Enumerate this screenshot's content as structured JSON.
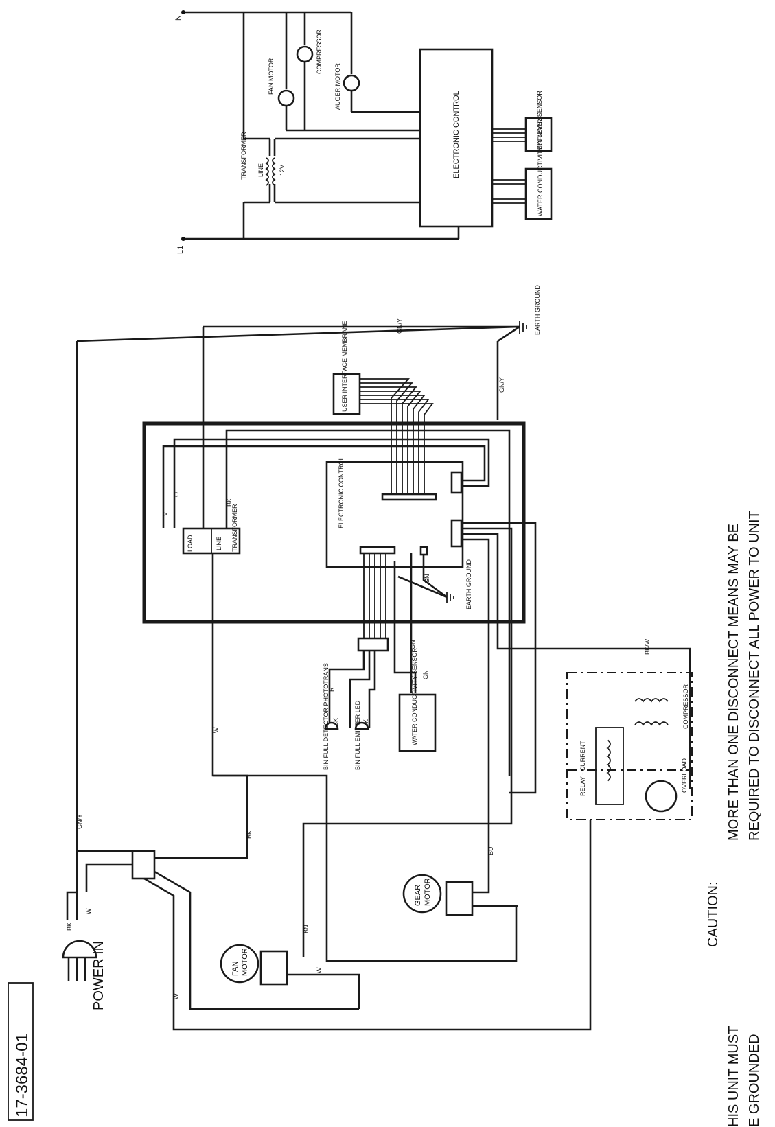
{
  "drawing_number": "17-3684-01",
  "schematic": {
    "line_neutral": "N",
    "line_l1": "L1",
    "fan_motor": "FAN MOTOR",
    "compressor": "COMPRESSOR",
    "auger_motor": "AUGER MOTOR",
    "electronic_control": "ELECTRONIC CONTROL",
    "bin_level_sensor": "BIN LEVEL SENSOR",
    "water_conductivity_sensor": "WATER CONDUCTIVITY SENSOR",
    "transformer": "TRANSFORMER",
    "transformer_line": "LINE",
    "transformer_12v": "12V"
  },
  "wiring": {
    "earth_ground_top": "EARTH GROUND",
    "earth_ground_box": "EARTH GROUND",
    "user_interface_membrane": "USER INTERFACE MEMBRANE",
    "electronic_control": "ELECTRONIC CONTROL",
    "transformer": "TRANSFORMER",
    "load": "LOAD",
    "line": "LINE",
    "bin_full_detector": "BIN FULL DETECTOR PHOTOTRANS",
    "bin_full_emitter": "BIN FULL EMITTER LED",
    "water_conductivity_sensor": "WATER CONDUCTIVITY SENSOR",
    "relay_current": "RELAY - CURRENT",
    "overload": "OVERLOAD",
    "compressor": "COMPRESSOR",
    "gear_motor": "GEAR MOTOR",
    "fan_motor": "FAN MOTOR",
    "power_in": "POWER IN",
    "wire_gny": "GN/Y",
    "wire_bk": "BK",
    "wire_w": "W",
    "wire_v": "V",
    "wire_o": "O",
    "wire_r": "R",
    "wire_gn": "GN",
    "wire_bu": "BU",
    "wire_bn": "BN",
    "wire_bkw": "BK/W"
  },
  "notes": {
    "caution_title": "CAUTION:",
    "caution_line1": "MORE THAN ONE DISCONNECT MEANS MAY BE",
    "caution_line2": "REQUIRED TO DISCONNECT ALL POWER TO UNIT",
    "ground_line1": "HIS UNIT MUST",
    "ground_line2": "E GROUNDED"
  }
}
